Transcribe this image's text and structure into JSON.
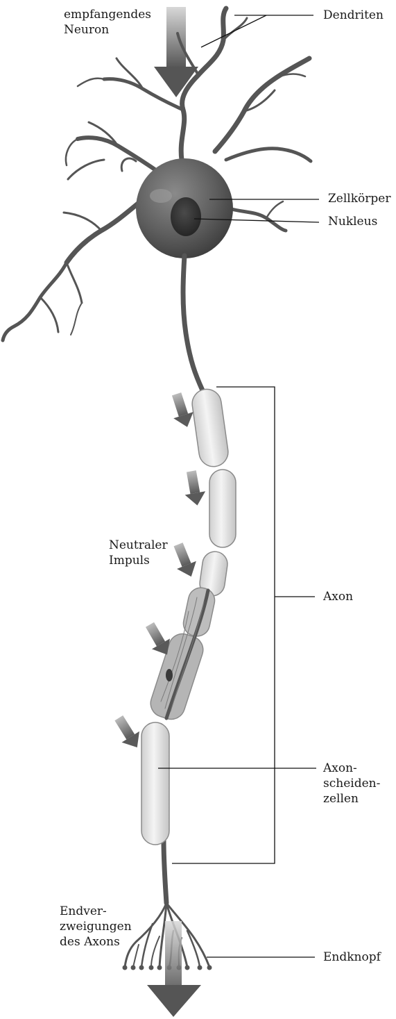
{
  "labels": {
    "receiving_neuron": [
      "empfangendes",
      "Neuron"
    ],
    "dendrites": "Dendriten",
    "cell_body": "Zellkörper",
    "nucleus": "Nukleus",
    "neural_impulse": [
      "Neutraler",
      "Impuls"
    ],
    "axon": "Axon",
    "myelin_cells": [
      "Axon-",
      "scheiden-",
      "zellen"
    ],
    "terminal_branches": [
      "Endver-",
      "zweigungen",
      "des Axons"
    ],
    "terminal_button": "Endknopf"
  },
  "colors": {
    "neuron": "#555555",
    "neuron_dark": "#3a3a3a",
    "sheath": "#e6e6e6",
    "arrow": "#6a6a6a",
    "line": "#111111"
  }
}
